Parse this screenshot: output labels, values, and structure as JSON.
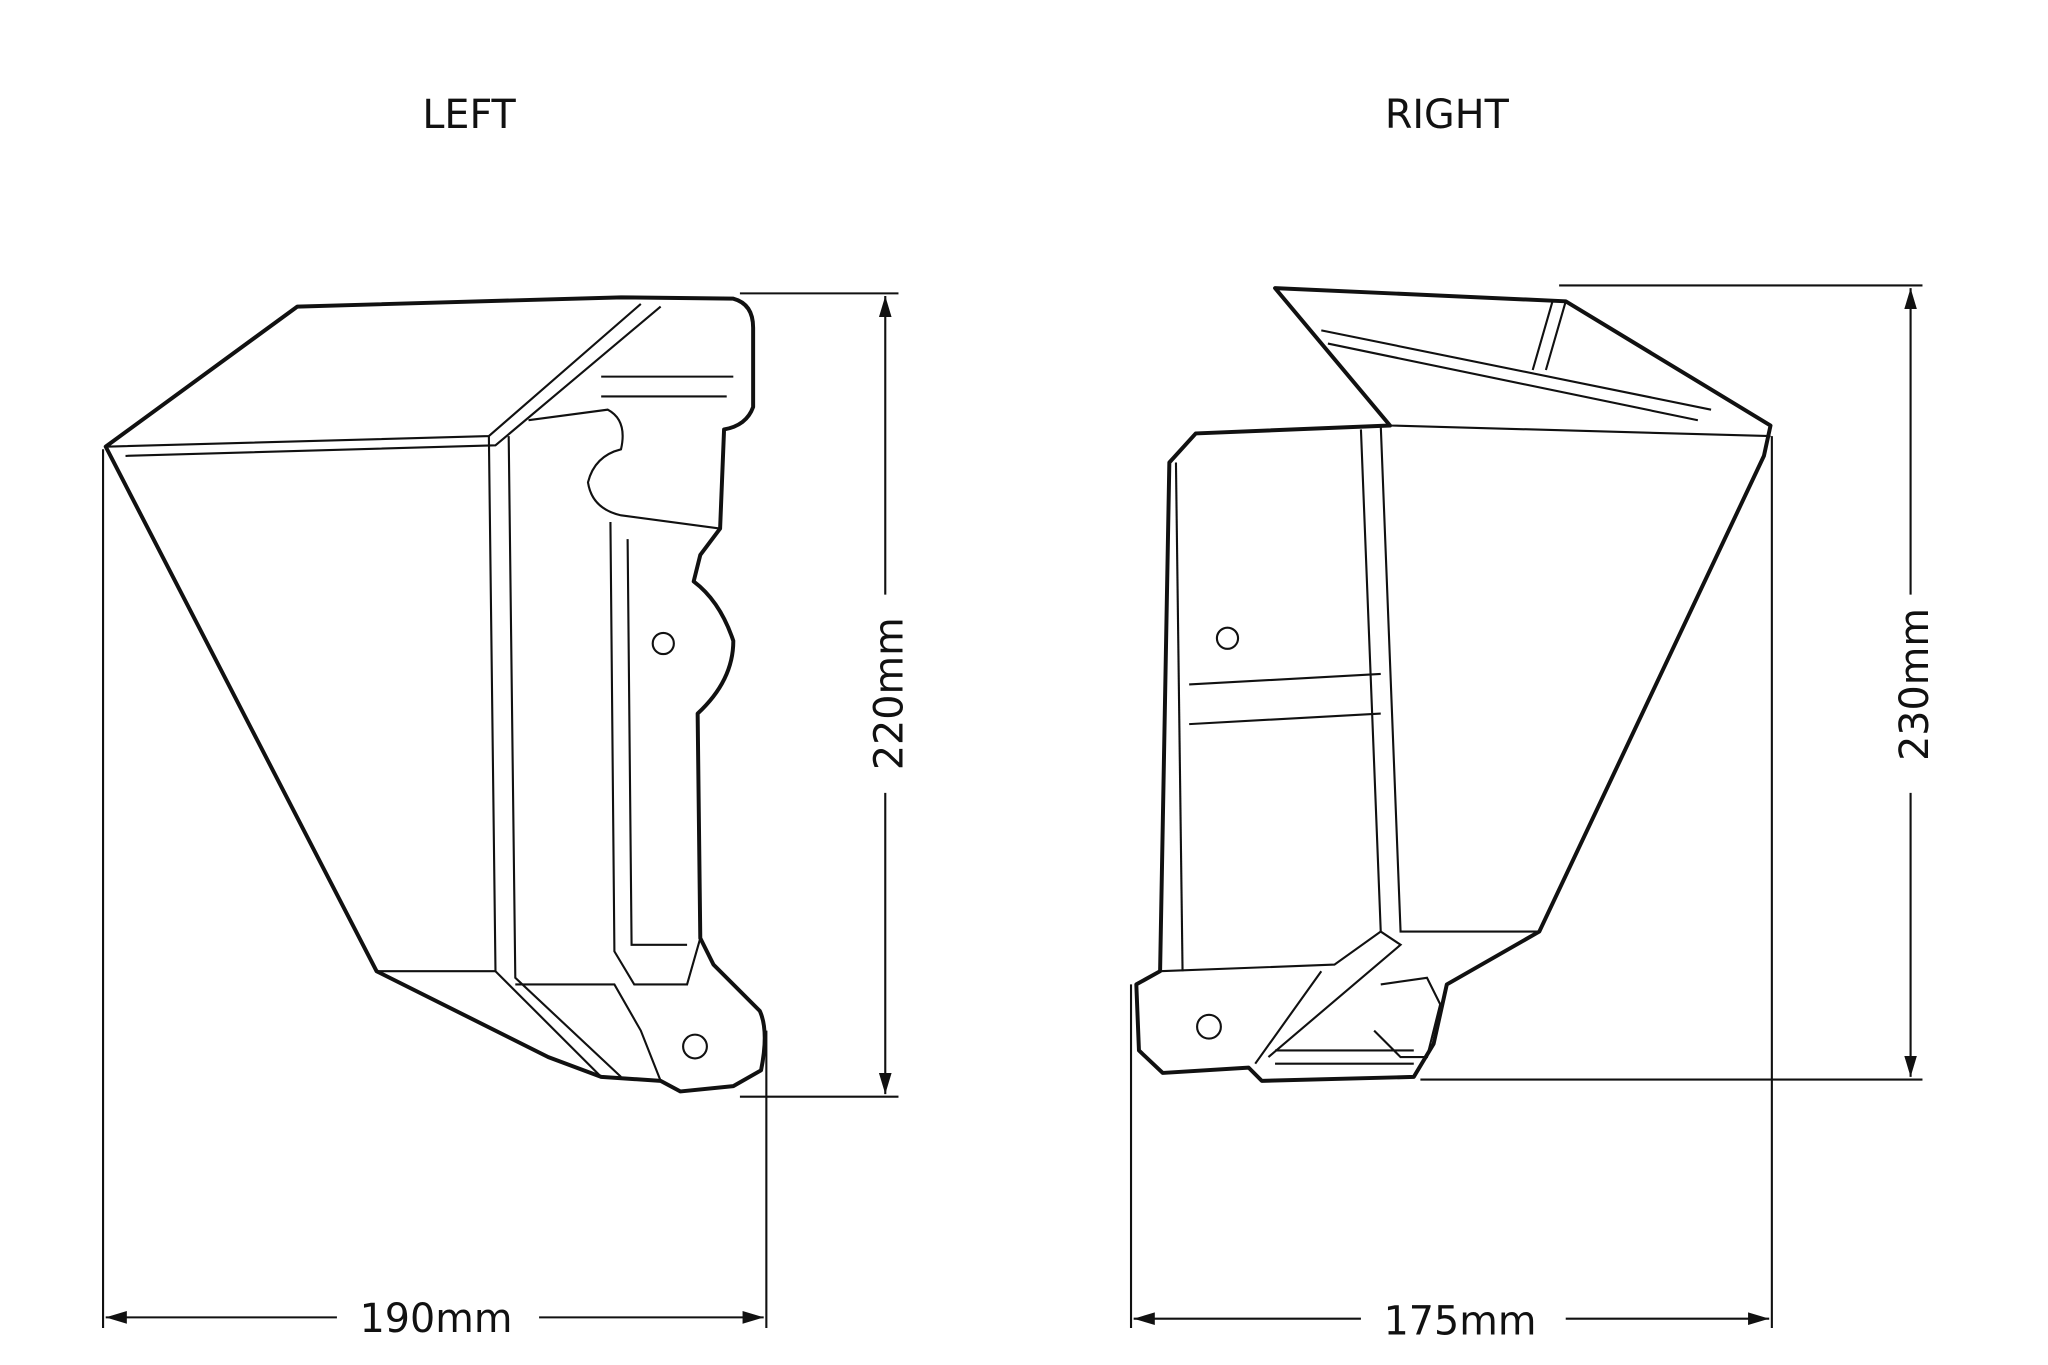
{
  "left": {
    "title": "LEFT",
    "width_label": "190mm",
    "height_label": "220mm"
  },
  "right": {
    "title": "RIGHT",
    "width_label": "175mm",
    "height_label": "230mm"
  },
  "colors": {
    "line": "#111111",
    "background": "#ffffff"
  }
}
